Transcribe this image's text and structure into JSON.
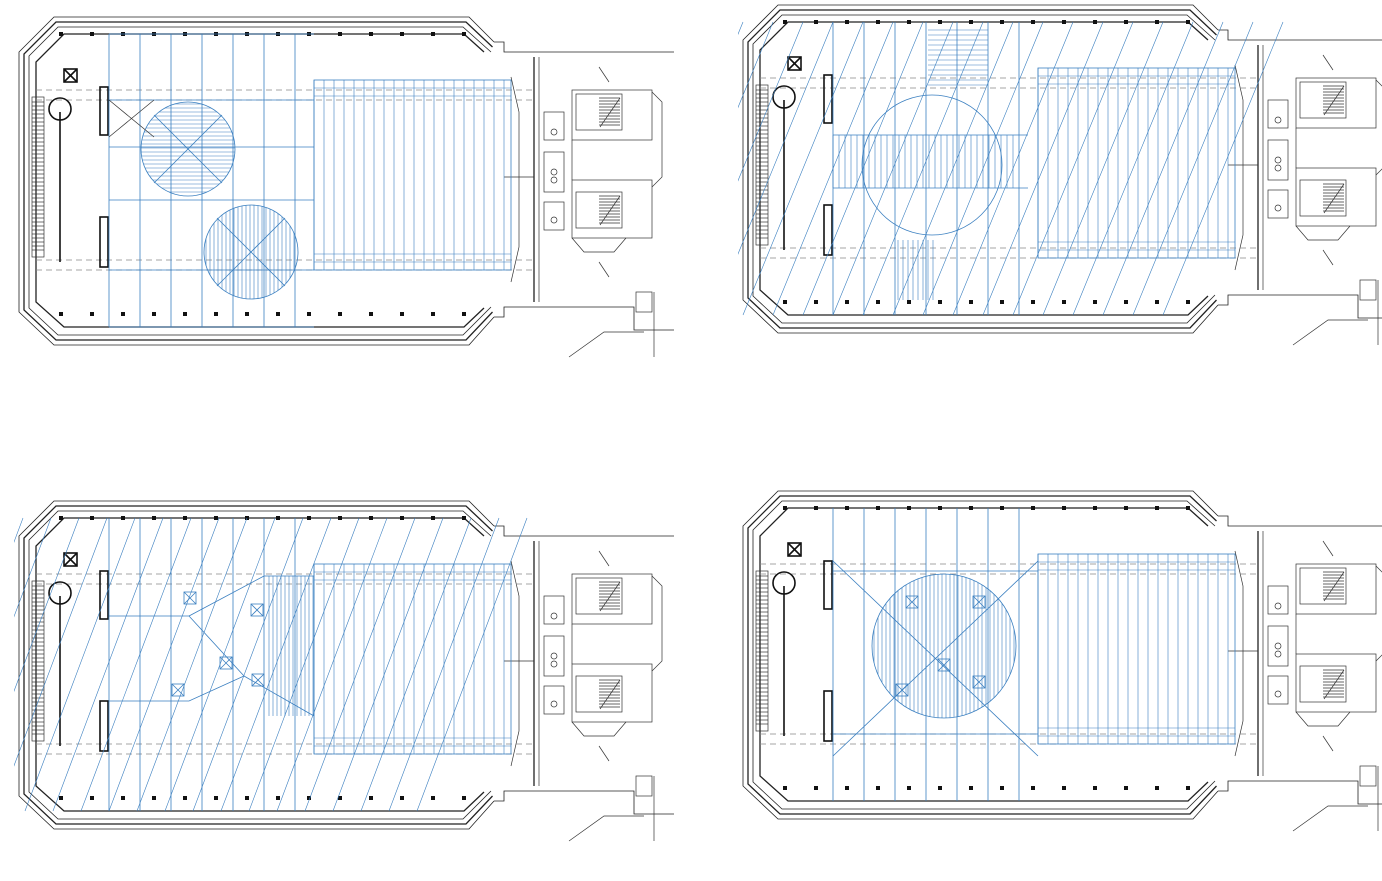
{
  "sheet": {
    "plans": [
      {
        "id": "plan-1",
        "pattern": "twin-circles"
      },
      {
        "id": "plan-2",
        "pattern": "diagonal-grid"
      },
      {
        "id": "plan-3",
        "pattern": "diagonal-lattice"
      },
      {
        "id": "plan-4",
        "pattern": "single-circle"
      }
    ]
  },
  "colors": {
    "linework": "#222222",
    "overlay": "#3a7fc0",
    "background": "#ffffff"
  },
  "icons": [
    "column-marker-icon",
    "stair-icon",
    "fixture-box-icon"
  ]
}
